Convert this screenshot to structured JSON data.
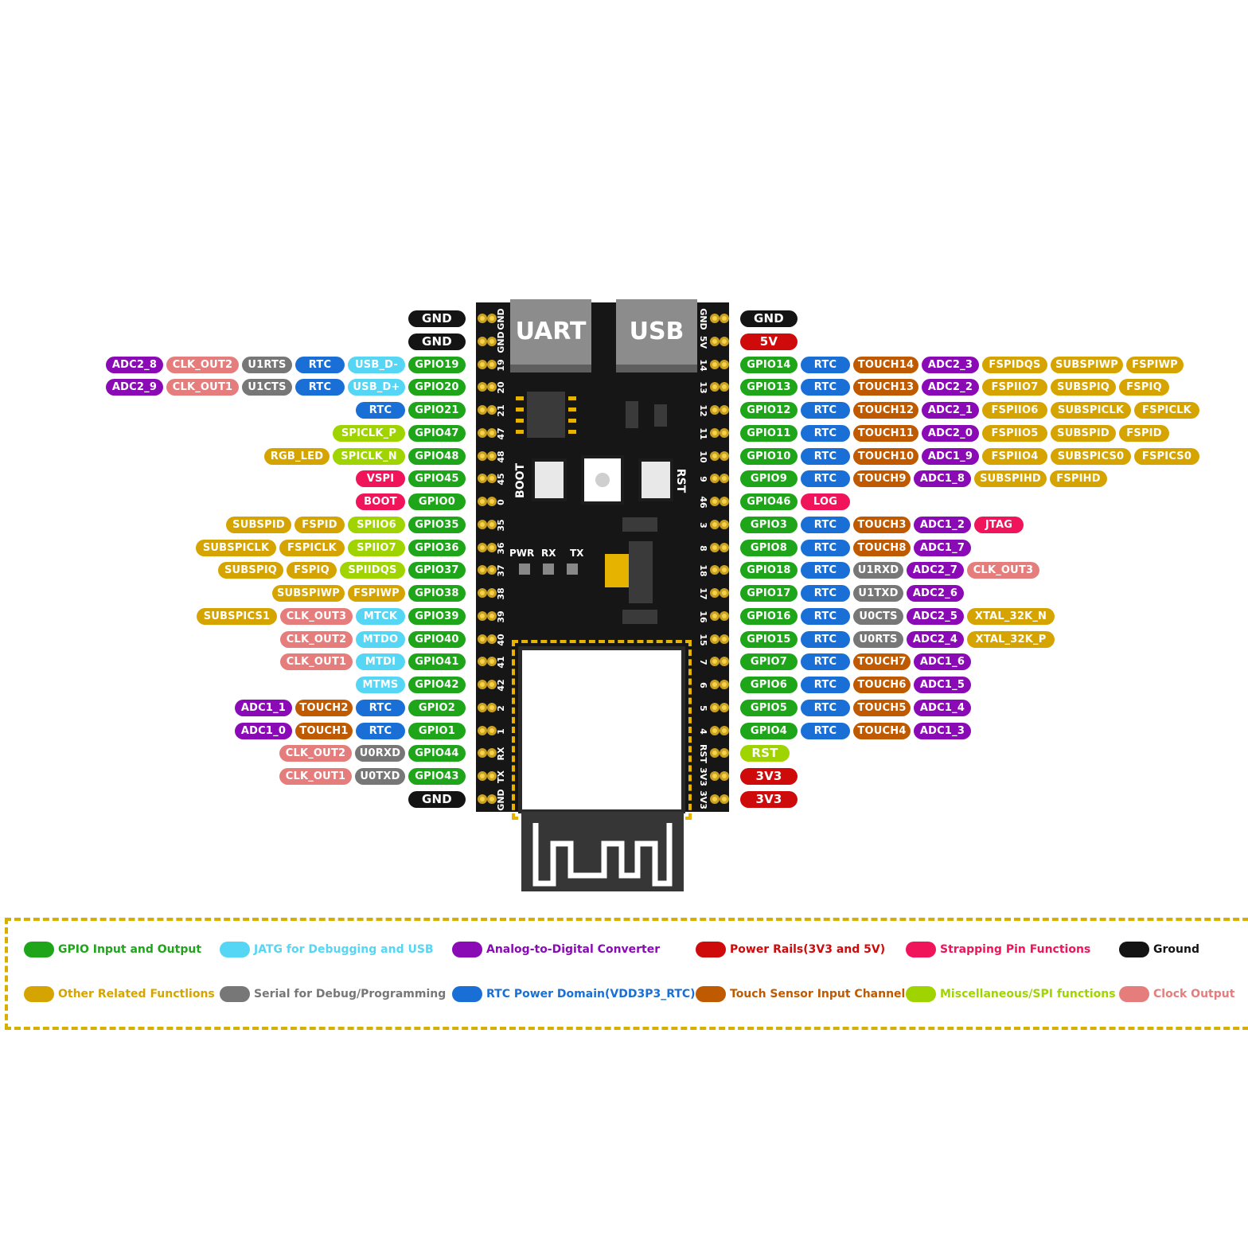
{
  "connectors": {
    "uart": "UART",
    "usb": "USB"
  },
  "board_labels": {
    "boot": "BOOT",
    "rst": "RST",
    "pwr": "PWR",
    "rx": "RX",
    "tx": "TX"
  },
  "colors": {
    "gpio": "#1fa51a",
    "jtag": "#55d6f5",
    "adc": "#8a0ab6",
    "power": "#cf0a0a",
    "strapping": "#f0145a",
    "ground": "#141414",
    "other": "#d6a400",
    "serial": "#777777",
    "rtc": "#1a6fd6",
    "touch": "#bf5a00",
    "misc": "#9fd400",
    "clock": "#e67d7d"
  },
  "left_header": [
    {
      "pin": "GND",
      "labels": [
        {
          "text": "GND",
          "type": "ground"
        }
      ]
    },
    {
      "pin": "GND",
      "labels": [
        {
          "text": "GND",
          "type": "ground"
        }
      ]
    },
    {
      "pin": "19",
      "labels": [
        {
          "text": "GPIO19",
          "type": "gpio"
        },
        {
          "text": "USB_D-",
          "type": "jtag"
        },
        {
          "text": "RTC",
          "type": "rtc"
        },
        {
          "text": "U1RTS",
          "type": "serial"
        },
        {
          "text": "CLK_OUT2",
          "type": "clock"
        },
        {
          "text": "ADC2_8",
          "type": "adc"
        }
      ]
    },
    {
      "pin": "20",
      "labels": [
        {
          "text": "GPIO20",
          "type": "gpio"
        },
        {
          "text": "USB_D+",
          "type": "jtag"
        },
        {
          "text": "RTC",
          "type": "rtc"
        },
        {
          "text": "U1CTS",
          "type": "serial"
        },
        {
          "text": "CLK_OUT1",
          "type": "clock"
        },
        {
          "text": "ADC2_9",
          "type": "adc"
        }
      ]
    },
    {
      "pin": "21",
      "labels": [
        {
          "text": "GPIO21",
          "type": "gpio"
        },
        {
          "text": "RTC",
          "type": "rtc"
        }
      ]
    },
    {
      "pin": "47",
      "labels": [
        {
          "text": "GPIO47",
          "type": "gpio"
        },
        {
          "text": "SPICLK_P",
          "type": "misc"
        }
      ]
    },
    {
      "pin": "48",
      "labels": [
        {
          "text": "GPIO48",
          "type": "gpio"
        },
        {
          "text": "SPICLK_N",
          "type": "misc"
        },
        {
          "text": "RGB_LED",
          "type": "other"
        }
      ]
    },
    {
      "pin": "45",
      "labels": [
        {
          "text": "GPIO45",
          "type": "gpio"
        },
        {
          "text": "VSPI",
          "type": "strapping"
        }
      ]
    },
    {
      "pin": "0",
      "labels": [
        {
          "text": "GPIO0",
          "type": "gpio"
        },
        {
          "text": "BOOT",
          "type": "strapping"
        }
      ]
    },
    {
      "pin": "35",
      "labels": [
        {
          "text": "GPIO35",
          "type": "gpio"
        },
        {
          "text": "SPIIO6",
          "type": "misc"
        },
        {
          "text": "FSPID",
          "type": "other"
        },
        {
          "text": "SUBSPID",
          "type": "other"
        }
      ]
    },
    {
      "pin": "36",
      "labels": [
        {
          "text": "GPIO36",
          "type": "gpio"
        },
        {
          "text": "SPIIO7",
          "type": "misc"
        },
        {
          "text": "FSPICLK",
          "type": "other"
        },
        {
          "text": "SUBSPICLK",
          "type": "other"
        }
      ]
    },
    {
      "pin": "37",
      "labels": [
        {
          "text": "GPIO37",
          "type": "gpio"
        },
        {
          "text": "SPIIDQS",
          "type": "misc"
        },
        {
          "text": "FSPIQ",
          "type": "other"
        },
        {
          "text": "SUBSPIQ",
          "type": "other"
        }
      ]
    },
    {
      "pin": "38",
      "labels": [
        {
          "text": "GPIO38",
          "type": "gpio"
        },
        {
          "text": "FSPIWP",
          "type": "other"
        },
        {
          "text": "SUBSPIWP",
          "type": "other"
        }
      ]
    },
    {
      "pin": "39",
      "labels": [
        {
          "text": "GPIO39",
          "type": "gpio"
        },
        {
          "text": "MTCK",
          "type": "jtag"
        },
        {
          "text": "CLK_OUT3",
          "type": "clock"
        },
        {
          "text": "SUBSPICS1",
          "type": "other"
        }
      ]
    },
    {
      "pin": "40",
      "labels": [
        {
          "text": "GPIO40",
          "type": "gpio"
        },
        {
          "text": "MTDO",
          "type": "jtag"
        },
        {
          "text": "CLK_OUT2",
          "type": "clock"
        }
      ]
    },
    {
      "pin": "41",
      "labels": [
        {
          "text": "GPIO41",
          "type": "gpio"
        },
        {
          "text": "MTDI",
          "type": "jtag"
        },
        {
          "text": "CLK_OUT1",
          "type": "clock"
        }
      ]
    },
    {
      "pin": "42",
      "labels": [
        {
          "text": "GPIO42",
          "type": "gpio"
        },
        {
          "text": "MTMS",
          "type": "jtag"
        }
      ]
    },
    {
      "pin": "2",
      "labels": [
        {
          "text": "GPIO2",
          "type": "gpio"
        },
        {
          "text": "RTC",
          "type": "rtc"
        },
        {
          "text": "TOUCH2",
          "type": "touch"
        },
        {
          "text": "ADC1_1",
          "type": "adc"
        }
      ]
    },
    {
      "pin": "1",
      "labels": [
        {
          "text": "GPIO1",
          "type": "gpio"
        },
        {
          "text": "RTC",
          "type": "rtc"
        },
        {
          "text": "TOUCH1",
          "type": "touch"
        },
        {
          "text": "ADC1_0",
          "type": "adc"
        }
      ]
    },
    {
      "pin": "RX",
      "labels": [
        {
          "text": "GPIO44",
          "type": "gpio"
        },
        {
          "text": "U0RXD",
          "type": "serial"
        },
        {
          "text": "CLK_OUT2",
          "type": "clock"
        }
      ]
    },
    {
      "pin": "TX",
      "labels": [
        {
          "text": "GPIO43",
          "type": "gpio"
        },
        {
          "text": "U0TXD",
          "type": "serial"
        },
        {
          "text": "CLK_OUT1",
          "type": "clock"
        }
      ]
    },
    {
      "pin": "GND",
      "labels": [
        {
          "text": "GND",
          "type": "ground"
        }
      ]
    }
  ],
  "right_header": [
    {
      "pin": "GND",
      "labels": [
        {
          "text": "GND",
          "type": "ground"
        }
      ]
    },
    {
      "pin": "5V",
      "labels": [
        {
          "text": "5V",
          "type": "power"
        }
      ]
    },
    {
      "pin": "14",
      "labels": [
        {
          "text": "GPIO14",
          "type": "gpio"
        },
        {
          "text": "RTC",
          "type": "rtc"
        },
        {
          "text": "TOUCH14",
          "type": "touch"
        },
        {
          "text": "ADC2_3",
          "type": "adc"
        },
        {
          "text": "FSPIDQS",
          "type": "other"
        },
        {
          "text": "SUBSPIWP",
          "type": "other"
        },
        {
          "text": "FSPIWP",
          "type": "other"
        }
      ]
    },
    {
      "pin": "13",
      "labels": [
        {
          "text": "GPIO13",
          "type": "gpio"
        },
        {
          "text": "RTC",
          "type": "rtc"
        },
        {
          "text": "TOUCH13",
          "type": "touch"
        },
        {
          "text": "ADC2_2",
          "type": "adc"
        },
        {
          "text": "FSPIIO7",
          "type": "other"
        },
        {
          "text": "SUBSPIQ",
          "type": "other"
        },
        {
          "text": "FSPIQ",
          "type": "other"
        }
      ]
    },
    {
      "pin": "12",
      "labels": [
        {
          "text": "GPIO12",
          "type": "gpio"
        },
        {
          "text": "RTC",
          "type": "rtc"
        },
        {
          "text": "TOUCH12",
          "type": "touch"
        },
        {
          "text": "ADC2_1",
          "type": "adc"
        },
        {
          "text": "FSPIIO6",
          "type": "other"
        },
        {
          "text": "SUBSPICLK",
          "type": "other"
        },
        {
          "text": "FSPICLK",
          "type": "other"
        }
      ]
    },
    {
      "pin": "11",
      "labels": [
        {
          "text": "GPIO11",
          "type": "gpio"
        },
        {
          "text": "RTC",
          "type": "rtc"
        },
        {
          "text": "TOUCH11",
          "type": "touch"
        },
        {
          "text": "ADC2_0",
          "type": "adc"
        },
        {
          "text": "FSPIIO5",
          "type": "other"
        },
        {
          "text": "SUBSPID",
          "type": "other"
        },
        {
          "text": "FSPID",
          "type": "other"
        }
      ]
    },
    {
      "pin": "10",
      "labels": [
        {
          "text": "GPIO10",
          "type": "gpio"
        },
        {
          "text": "RTC",
          "type": "rtc"
        },
        {
          "text": "TOUCH10",
          "type": "touch"
        },
        {
          "text": "ADC1_9",
          "type": "adc"
        },
        {
          "text": "FSPIIO4",
          "type": "other"
        },
        {
          "text": "SUBSPICS0",
          "type": "other"
        },
        {
          "text": "FSPICS0",
          "type": "other"
        }
      ]
    },
    {
      "pin": "9",
      "labels": [
        {
          "text": "GPIO9",
          "type": "gpio"
        },
        {
          "text": "RTC",
          "type": "rtc"
        },
        {
          "text": "TOUCH9",
          "type": "touch"
        },
        {
          "text": "ADC1_8",
          "type": "adc"
        },
        {
          "text": "SUBSPIHD",
          "type": "other"
        },
        {
          "text": "FSPIHD",
          "type": "other"
        }
      ]
    },
    {
      "pin": "46",
      "labels": [
        {
          "text": "GPIO46",
          "type": "gpio"
        },
        {
          "text": "LOG",
          "type": "strapping"
        }
      ]
    },
    {
      "pin": "3",
      "labels": [
        {
          "text": "GPIO3",
          "type": "gpio"
        },
        {
          "text": "RTC",
          "type": "rtc"
        },
        {
          "text": "TOUCH3",
          "type": "touch"
        },
        {
          "text": "ADC1_2",
          "type": "adc"
        },
        {
          "text": "JTAG",
          "type": "strapping"
        }
      ]
    },
    {
      "pin": "8",
      "labels": [
        {
          "text": "GPIO8",
          "type": "gpio"
        },
        {
          "text": "RTC",
          "type": "rtc"
        },
        {
          "text": "TOUCH8",
          "type": "touch"
        },
        {
          "text": "ADC1_7",
          "type": "adc"
        }
      ]
    },
    {
      "pin": "18",
      "labels": [
        {
          "text": "GPIO18",
          "type": "gpio"
        },
        {
          "text": "RTC",
          "type": "rtc"
        },
        {
          "text": "U1RXD",
          "type": "serial"
        },
        {
          "text": "ADC2_7",
          "type": "adc"
        },
        {
          "text": "CLK_OUT3",
          "type": "clock"
        }
      ]
    },
    {
      "pin": "17",
      "labels": [
        {
          "text": "GPIO17",
          "type": "gpio"
        },
        {
          "text": "RTC",
          "type": "rtc"
        },
        {
          "text": "U1TXD",
          "type": "serial"
        },
        {
          "text": "ADC2_6",
          "type": "adc"
        }
      ]
    },
    {
      "pin": "16",
      "labels": [
        {
          "text": "GPIO16",
          "type": "gpio"
        },
        {
          "text": "RTC",
          "type": "rtc"
        },
        {
          "text": "U0CTS",
          "type": "serial"
        },
        {
          "text": "ADC2_5",
          "type": "adc"
        },
        {
          "text": "XTAL_32K_N",
          "type": "other"
        }
      ]
    },
    {
      "pin": "15",
      "labels": [
        {
          "text": "GPIO15",
          "type": "gpio"
        },
        {
          "text": "RTC",
          "type": "rtc"
        },
        {
          "text": "U0RTS",
          "type": "serial"
        },
        {
          "text": "ADC2_4",
          "type": "adc"
        },
        {
          "text": "XTAL_32K_P",
          "type": "other"
        }
      ]
    },
    {
      "pin": "7",
      "labels": [
        {
          "text": "GPIO7",
          "type": "gpio"
        },
        {
          "text": "RTC",
          "type": "rtc"
        },
        {
          "text": "TOUCH7",
          "type": "touch"
        },
        {
          "text": "ADC1_6",
          "type": "adc"
        }
      ]
    },
    {
      "pin": "6",
      "labels": [
        {
          "text": "GPIO6",
          "type": "gpio"
        },
        {
          "text": "RTC",
          "type": "rtc"
        },
        {
          "text": "TOUCH6",
          "type": "touch"
        },
        {
          "text": "ADC1_5",
          "type": "adc"
        }
      ]
    },
    {
      "pin": "5",
      "labels": [
        {
          "text": "GPIO5",
          "type": "gpio"
        },
        {
          "text": "RTC",
          "type": "rtc"
        },
        {
          "text": "TOUCH5",
          "type": "touch"
        },
        {
          "text": "ADC1_4",
          "type": "adc"
        }
      ]
    },
    {
      "pin": "4",
      "labels": [
        {
          "text": "GPIO4",
          "type": "gpio"
        },
        {
          "text": "RTC",
          "type": "rtc"
        },
        {
          "text": "TOUCH4",
          "type": "touch"
        },
        {
          "text": "ADC1_3",
          "type": "adc"
        }
      ]
    },
    {
      "pin": "RST",
      "labels": [
        {
          "text": "RST",
          "type": "misc"
        }
      ]
    },
    {
      "pin": "3V3",
      "labels": [
        {
          "text": "3V3",
          "type": "power"
        }
      ]
    },
    {
      "pin": "3V3",
      "labels": [
        {
          "text": "3V3",
          "type": "power"
        }
      ]
    }
  ],
  "legend": [
    {
      "text": "GPIO Input and Output",
      "type": "gpio"
    },
    {
      "text": "JATG for Debugging and USB",
      "type": "jtag"
    },
    {
      "text": "Analog-to-Digital Converter",
      "type": "adc"
    },
    {
      "text": "Power Rails(3V3 and 5V)",
      "type": "power"
    },
    {
      "text": "Strapping Pin Functions",
      "type": "strapping"
    },
    {
      "text": "Ground",
      "type": "ground"
    },
    {
      "text": "Other Related Functlions",
      "type": "other"
    },
    {
      "text": "Serial for Debug/Programming",
      "type": "serial"
    },
    {
      "text": "RTC Power Domain(VDD3P3_RTC)",
      "type": "rtc"
    },
    {
      "text": "Touch Sensor Input Channel",
      "type": "touch"
    },
    {
      "text": "Miscellaneous/SPI functions",
      "type": "misc"
    },
    {
      "text": "Clock Output",
      "type": "clock"
    }
  ]
}
